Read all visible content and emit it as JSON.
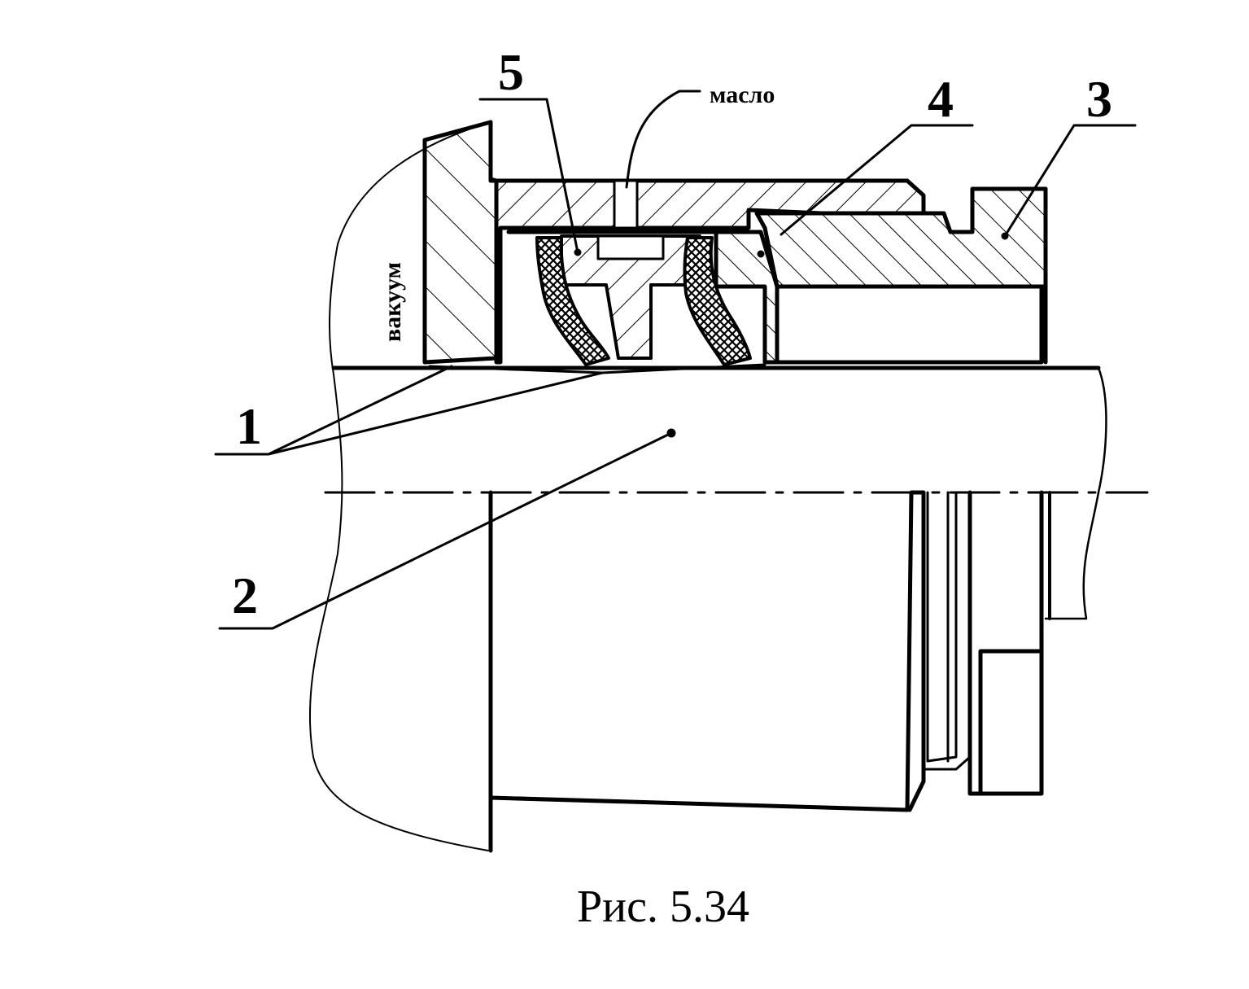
{
  "labels": {
    "part_1": "1",
    "part_2": "2",
    "part_3": "3",
    "part_4": "4",
    "part_5": "5",
    "oil": "масло",
    "vacuum": "вакуум"
  },
  "caption": "Рис. 5.34",
  "colors": {
    "ink": "#000000",
    "paper": "#ffffff"
  }
}
